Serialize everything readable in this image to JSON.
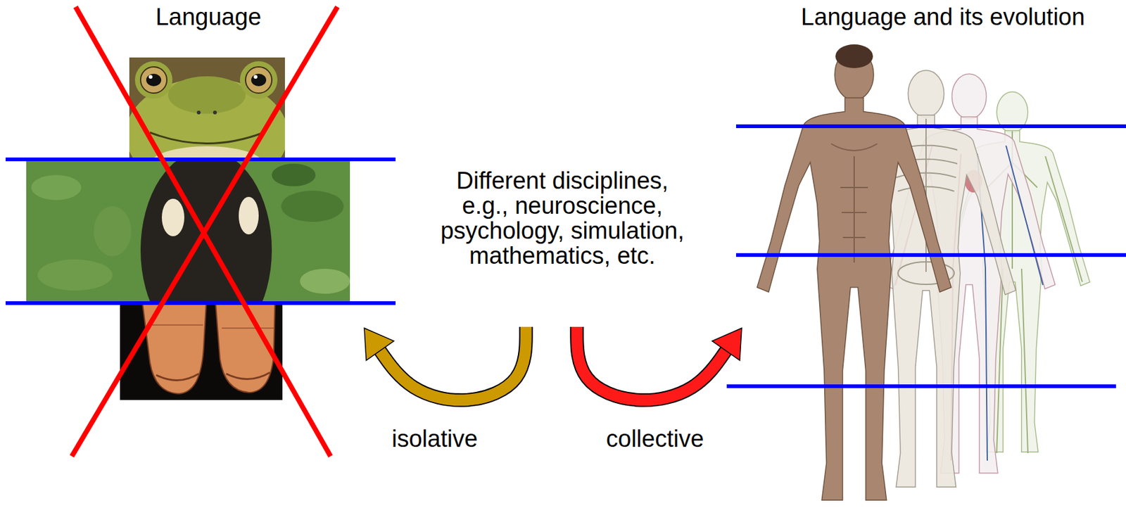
{
  "diagram": {
    "nodes": [
      {
        "text": [
          "Language"
        ]
      },
      {
        "text": [
          "Different disciplines, e.g., neuroscience, psychology, simulation, mathematics, etc."
        ]
      },
      {
        "text": [
          "Language and its evolution"
        ]
      }
    ],
    "edges": [
      {
        "from": 1,
        "to": 0,
        "arrow": "to",
        "label": "isolative"
      },
      {
        "from": 1,
        "to": 2,
        "arrow": "to",
        "label": "collective"
      }
    ]
  }
}
